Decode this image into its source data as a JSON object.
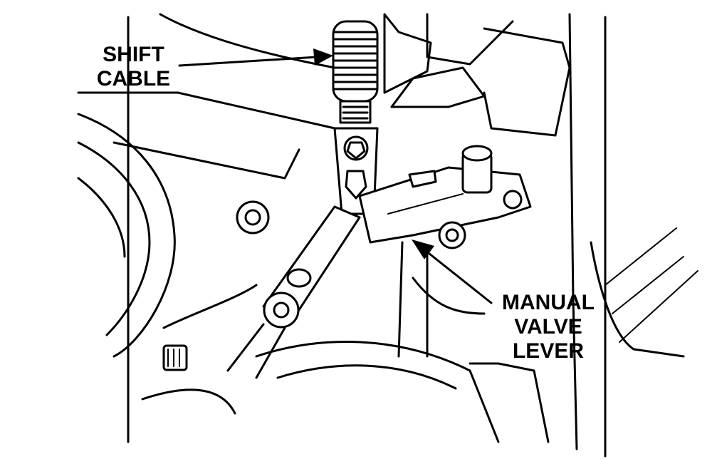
{
  "labels": {
    "shift_cable": [
      "SHIFT",
      "CABLE"
    ],
    "manual_valve_lever": [
      "MANUAL",
      "VALVE",
      "LEVER"
    ]
  },
  "colors": {
    "ink": "#000000",
    "paper": "#ffffff"
  }
}
